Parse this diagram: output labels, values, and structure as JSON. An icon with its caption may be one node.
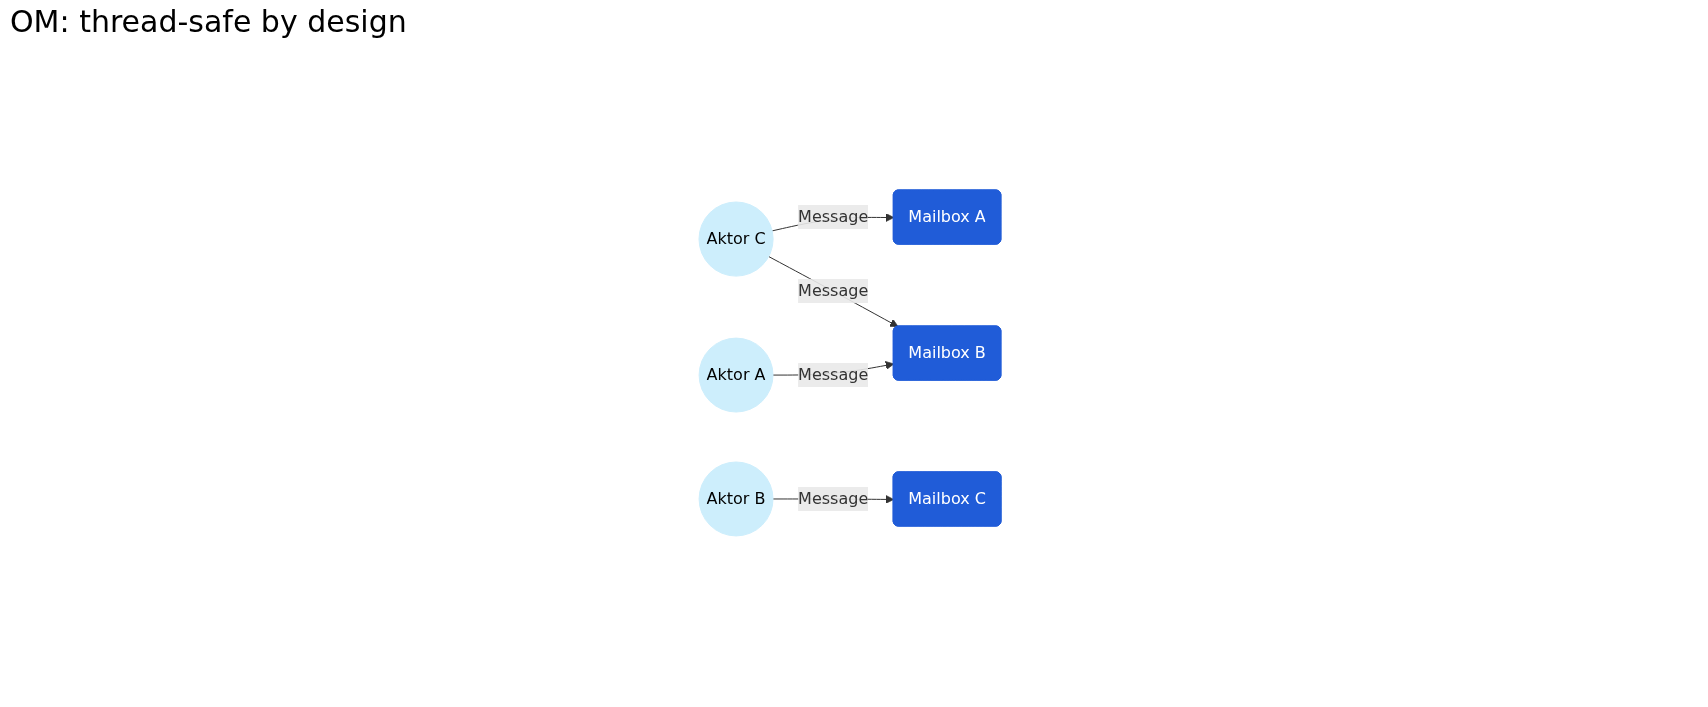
{
  "diagram": {
    "title": "OM: thread-safe by design",
    "nodes": [
      {
        "text": [
          "Mailbox C"
        ]
      },
      {
        "text": [
          "Aktor C"
        ]
      },
      {
        "text": [
          "Mailbox A"
        ]
      },
      {
        "text": [
          "Aktor A"
        ]
      },
      {
        "text": [
          "Aktor B"
        ]
      },
      {
        "text": [
          "Mailbox B"
        ]
      }
    ],
    "edges": [
      {
        "from": 1,
        "to": 2,
        "arrow": "to",
        "label": "Message"
      },
      {
        "from": 1,
        "to": 5,
        "arrow": "to",
        "label": "Message"
      },
      {
        "from": 4,
        "to": 0,
        "arrow": "to",
        "label": "Message"
      },
      {
        "from": 3,
        "to": 5,
        "arrow": "to",
        "label": "Message"
      }
    ]
  }
}
